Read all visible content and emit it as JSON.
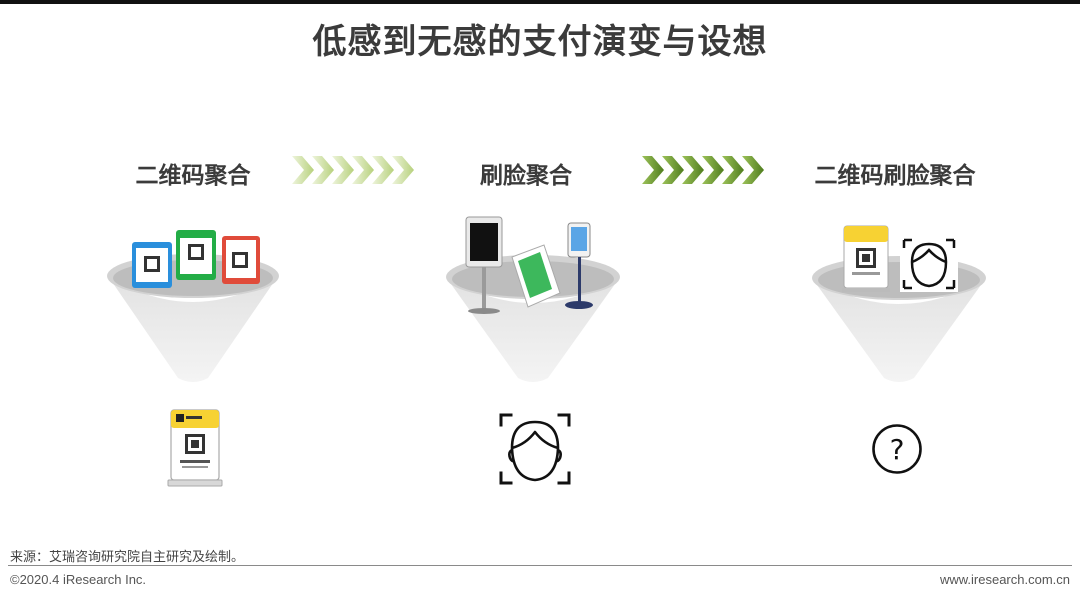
{
  "title": "低感到无感的支付演变与设想",
  "stages": [
    {
      "label": "二维码聚合"
    },
    {
      "label": "刷脸聚合"
    },
    {
      "label": "二维码刷脸聚合"
    }
  ],
  "result_stage3_symbol": "?",
  "footer": {
    "source": "来源：艾瑞咨询研究院自主研究及绘制。",
    "copyright": "©2020.4 iResearch Inc.",
    "website": "www.iresearch.com.cn"
  },
  "colors": {
    "chevron_light": "#cfe0a6",
    "chevron_dark": "#6b9a2c",
    "funnel": "#e4e4e4",
    "qr_yellow": "#f7d233"
  },
  "icons": [
    "funnel-icon",
    "qr-stand-icon",
    "face-scan-icon",
    "question-icon",
    "chevron-arrow-icon",
    "face-terminal-icon"
  ]
}
